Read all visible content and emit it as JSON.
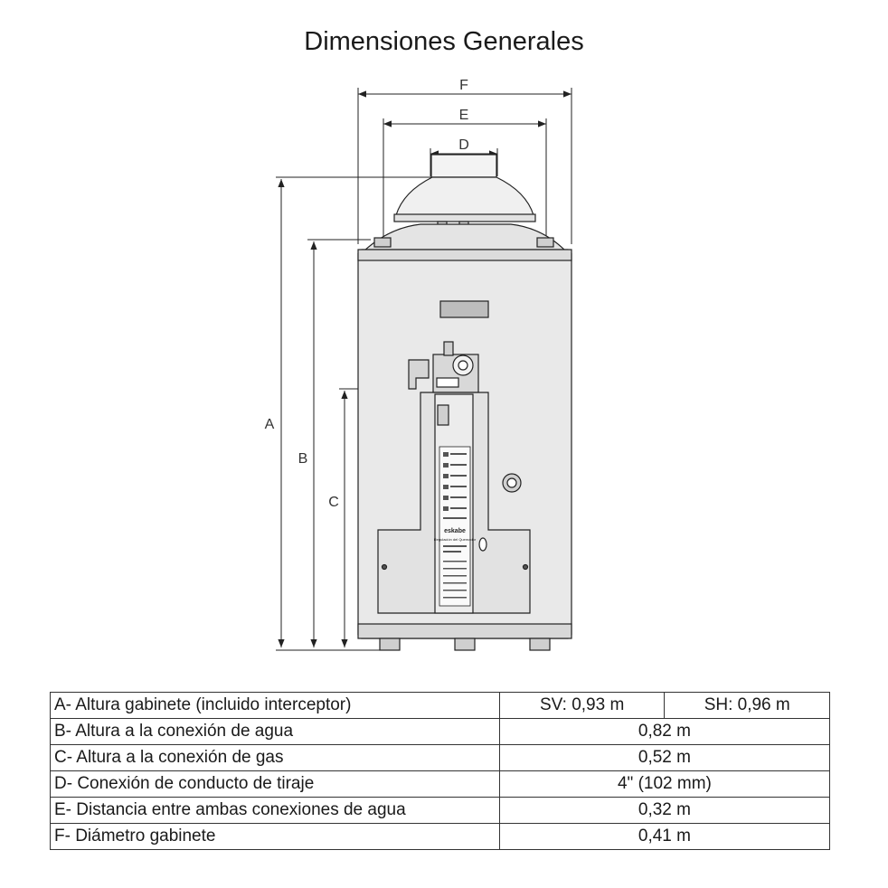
{
  "title": "Dimensiones Generales",
  "dimension_labels": [
    "A",
    "B",
    "C",
    "D",
    "E",
    "F"
  ],
  "heater": {
    "brand_text": "eskabe",
    "label_text": "Regulación del Quemador"
  },
  "specs": [
    {
      "label": "A- Altura gabinete (incluido interceptor)",
      "values": [
        "SV: 0,93 m",
        "SH: 0,96 m"
      ]
    },
    {
      "label": "B- Altura a la conexión de agua",
      "values": [
        "0,82 m"
      ]
    },
    {
      "label": "C- Altura a la conexión de gas",
      "values": [
        "0,52 m"
      ]
    },
    {
      "label": "D- Conexión de conducto de tiraje",
      "values": [
        "4\" (102 mm)"
      ]
    },
    {
      "label": "E- Distancia entre ambas conexiones de agua",
      "values": [
        "0,32 m"
      ]
    },
    {
      "label": "F- Diámetro gabinete",
      "values": [
        "0,41 m"
      ]
    }
  ]
}
